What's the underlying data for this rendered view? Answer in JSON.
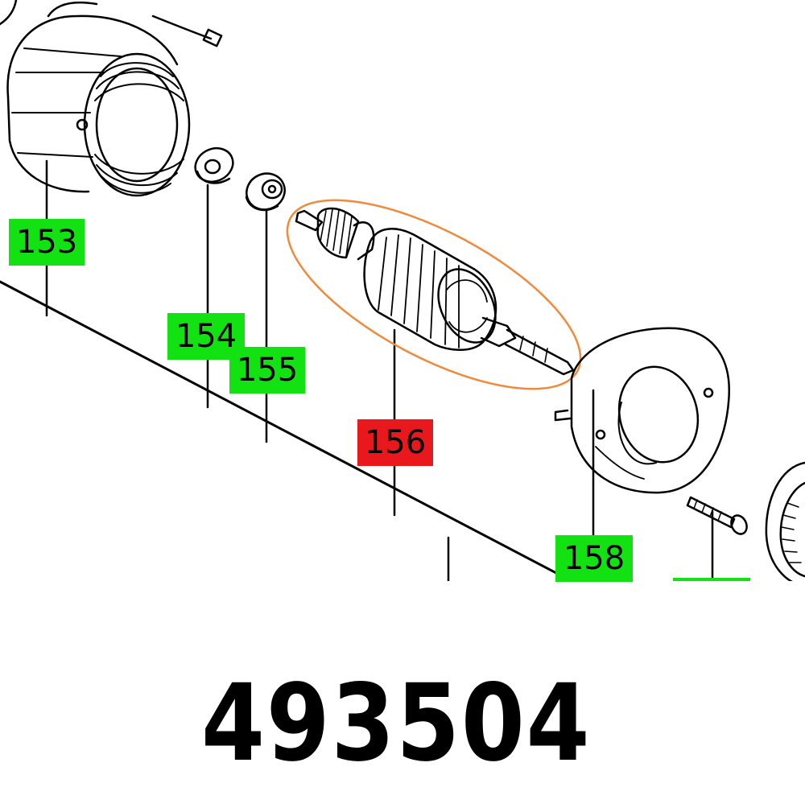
{
  "diagram": {
    "callouts": [
      {
        "id": "153",
        "label": "153",
        "status": "other"
      },
      {
        "id": "154",
        "label": "154",
        "status": "other"
      },
      {
        "id": "155",
        "label": "155",
        "status": "other"
      },
      {
        "id": "156",
        "label": "156",
        "status": "selected"
      },
      {
        "id": "158",
        "label": "158",
        "status": "other"
      }
    ],
    "colors": {
      "callout_green": "#12e212",
      "callout_red": "#e8181c",
      "highlight_outline": "#f08a3c",
      "line": "#000000"
    }
  },
  "part_number": "493504"
}
